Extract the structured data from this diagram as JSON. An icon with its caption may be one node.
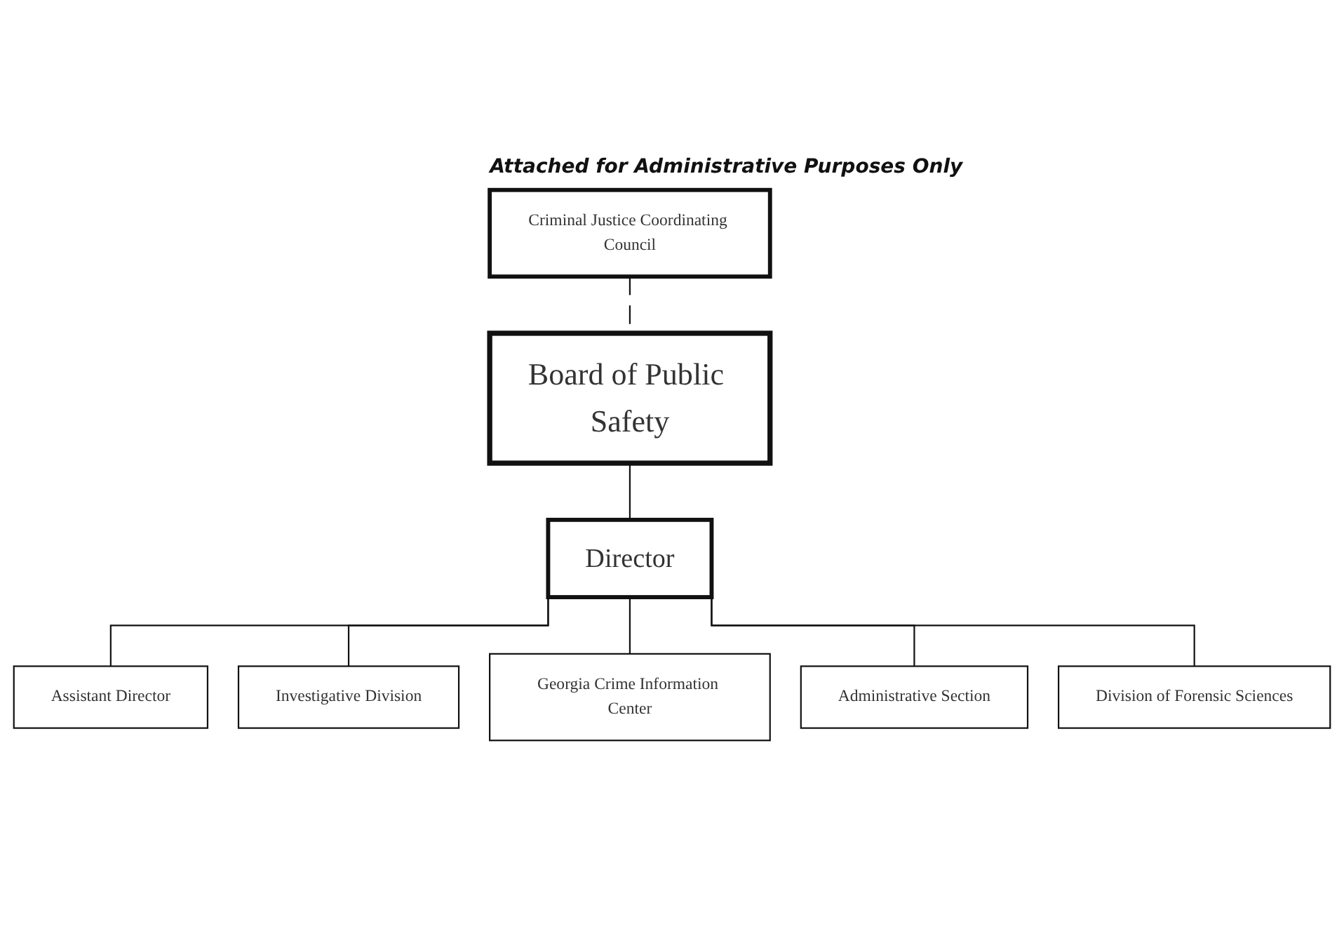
{
  "diagram": {
    "nodes": [
      {
        "text": [
          "Board of Public Safety"
        ]
      },
      {
        "text": [
          "Criminal Justice Coordinating Council"
        ],
        "beside": [
          "Attached for Administrative Purposes Only"
        ]
      },
      {
        "text": [
          "Director"
        ]
      },
      {
        "text": [
          "Assistant Director"
        ]
      },
      {
        "text": [
          "Investigative Division"
        ]
      },
      {
        "text": [
          "Georgia Crime Information Center"
        ]
      },
      {
        "text": [
          "Administrative Section"
        ]
      },
      {
        "text": [
          "Division of Forensic Sciences"
        ]
      }
    ],
    "edges": [
      {
        "from": 0,
        "to": 2,
        "arrow": "none"
      },
      {
        "from": 1,
        "to": 0,
        "arrow": "none",
        "style": "dashed"
      },
      {
        "from": 2,
        "to": 3,
        "arrow": "none"
      },
      {
        "from": 2,
        "to": 4,
        "arrow": "none"
      },
      {
        "from": 2,
        "to": 5,
        "arrow": "none"
      },
      {
        "from": 2,
        "to": 6,
        "arrow": "none"
      },
      {
        "from": 2,
        "to": 7,
        "arrow": "none"
      }
    ]
  }
}
